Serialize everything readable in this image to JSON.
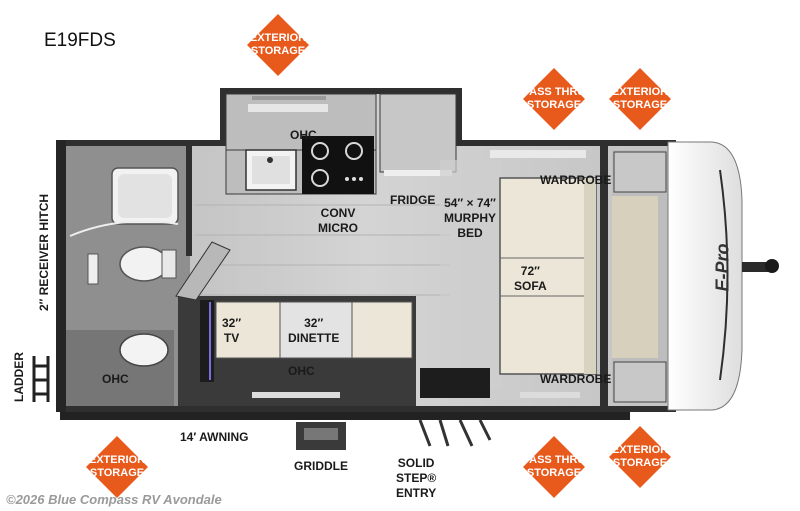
{
  "model": "E19FDS",
  "watermark": "©2026 Blue Compass RV Avondale",
  "badges": {
    "ext_top": [
      "EXTERIOR",
      "STORAGE"
    ],
    "pass_top": [
      "PASS THRU",
      "STORAGE"
    ],
    "ext_top_right": [
      "EXTERIOR",
      "STORAGE"
    ],
    "ext_bottom_left": [
      "EXTERIOR",
      "STORAGE"
    ],
    "pass_bottom": [
      "PASS THRU",
      "STORAGE"
    ],
    "ext_bottom_right": [
      "EXTERIOR",
      "STORAGE"
    ]
  },
  "labels": {
    "ohc_kitchen": "OHC",
    "conv_micro": [
      "CONV",
      "MICRO"
    ],
    "fridge": "FRIDGE",
    "murphy_bed": [
      "54″ × 74″",
      "MURPHY",
      "BED"
    ],
    "wardrobe_top": "WARDROBE",
    "wardrobe_bottom": "WARDROBE",
    "sofa": [
      "72″",
      "SOFA"
    ],
    "tv": [
      "32″",
      "TV"
    ],
    "dinette": [
      "32″",
      "DINETTE"
    ],
    "ohc_dinette": "OHC",
    "ohc_bath": "OHC",
    "receiver_hitch": "2″ RECEIVER HITCH",
    "ladder": "LADDER",
    "awning": "14′ AWNING",
    "griddle": "GRIDDLE",
    "entry": [
      "SOLID",
      "STEP®",
      "ENTRY"
    ],
    "brand_logo": "E-Pro"
  },
  "colors": {
    "badge": "#e8591c",
    "wall": "#2e2e2e",
    "floor": "#c9c9c9",
    "cushion": "#ebe6d8",
    "bath": "#8d8d8d"
  }
}
